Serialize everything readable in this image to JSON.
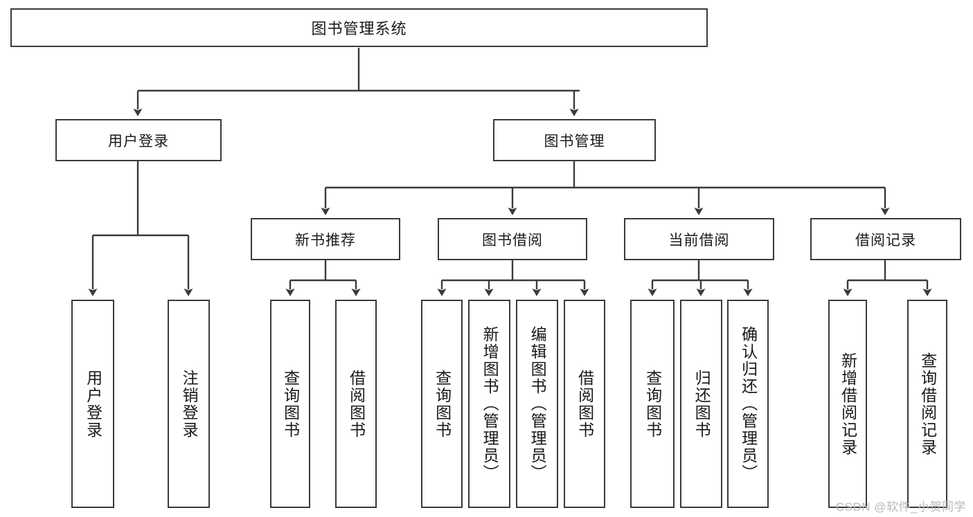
{
  "diagram": {
    "title": "图书管理系统",
    "type": "tree-hierarchy-chart",
    "colors": {
      "stroke": "#3a3a3a",
      "fill": "#ffffff",
      "text": "#1a1a1a",
      "watermark": "#b9b9b9"
    },
    "root": {
      "id": "root",
      "label": "图书管理系统"
    },
    "level2": [
      {
        "id": "user-login",
        "label": "用户登录"
      },
      {
        "id": "book-manage",
        "label": "图书管理"
      }
    ],
    "level3": [
      {
        "id": "new-book-rec",
        "label": "新书推荐"
      },
      {
        "id": "book-borrow",
        "label": "图书借阅"
      },
      {
        "id": "current-borrow",
        "label": "当前借阅"
      },
      {
        "id": "borrow-record",
        "label": "借阅记录"
      }
    ],
    "leaves": [
      {
        "id": "leaf-user-login",
        "label": "用户登录",
        "parent": "user-login"
      },
      {
        "id": "leaf-logout",
        "label": "注销登录",
        "parent": "user-login"
      },
      {
        "id": "leaf-query-book-1",
        "label": "查询图书",
        "parent": "new-book-rec"
      },
      {
        "id": "leaf-borrow-book-1",
        "label": "借阅图书",
        "parent": "new-book-rec"
      },
      {
        "id": "leaf-query-book-2",
        "label": "查询图书",
        "parent": "book-borrow"
      },
      {
        "id": "leaf-add-book",
        "label": "新增图书（管理员）",
        "parent": "book-borrow"
      },
      {
        "id": "leaf-edit-book",
        "label": "编辑图书（管理员）",
        "parent": "book-borrow"
      },
      {
        "id": "leaf-borrow-book-2",
        "label": "借阅图书",
        "parent": "book-borrow"
      },
      {
        "id": "leaf-query-book-3",
        "label": "查询图书",
        "parent": "current-borrow"
      },
      {
        "id": "leaf-return-book",
        "label": "归还图书",
        "parent": "current-borrow"
      },
      {
        "id": "leaf-confirm-return",
        "label": "确认归还（管理员）",
        "parent": "current-borrow"
      },
      {
        "id": "leaf-add-record",
        "label": "新增借阅记录",
        "parent": "borrow-record"
      },
      {
        "id": "leaf-query-record",
        "label": "查询借阅记录",
        "parent": "borrow-record"
      }
    ],
    "watermark": "CSDN @软件_小贺同学"
  }
}
